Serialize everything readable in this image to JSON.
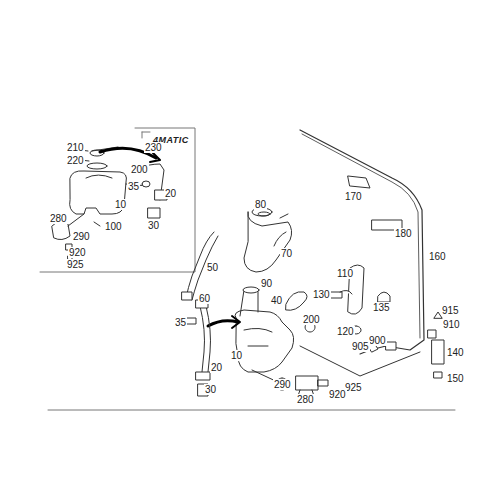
{
  "diagram": {
    "labels": [
      "4MATIC",
      "210",
      "230",
      "220",
      "200",
      "35",
      "20",
      "10",
      "280",
      "100",
      "30",
      "290",
      "920",
      "925",
      "80",
      "170",
      "180",
      "160",
      "70",
      "50",
      "90",
      "110",
      "40",
      "130",
      "135",
      "60",
      "915",
      "910",
      "35",
      "200",
      "120",
      "900",
      "905",
      "140",
      "10",
      "20",
      "150",
      "30",
      "290",
      "925",
      "920",
      "280"
    ]
  }
}
